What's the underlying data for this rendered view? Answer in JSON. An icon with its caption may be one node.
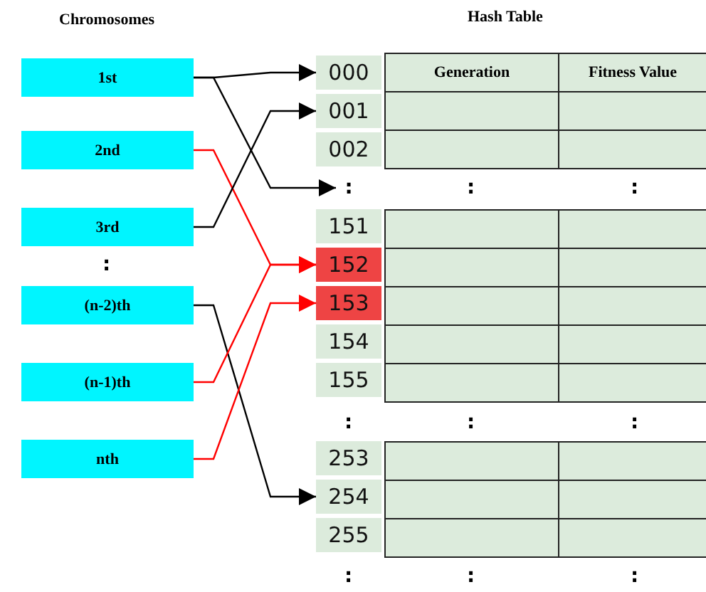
{
  "diagram": {
    "nodes": [
      {
        "text": [
          "1st"
        ]
      },
      {
        "text": [
          "2nd"
        ]
      },
      {
        "text": [
          "3rd"
        ]
      },
      {
        "text": [
          "(n-2)th"
        ]
      },
      {
        "text": [
          "(n-1)th"
        ]
      },
      {
        "text": [
          "nth"
        ]
      },
      {
        "text": [
          "000"
        ]
      },
      {
        "text": [
          "001"
        ]
      },
      {
        "text": [
          "002"
        ]
      },
      {
        "text": [
          ":"
        ]
      },
      {
        "text": [
          "151"
        ]
      },
      {
        "text": [
          "152"
        ]
      },
      {
        "text": [
          "153"
        ]
      },
      {
        "text": [
          "154"
        ]
      },
      {
        "text": [
          "155"
        ]
      },
      {
        "text": [
          "253"
        ]
      },
      {
        "text": [
          "254"
        ]
      },
      {
        "text": [
          "255"
        ]
      }
    ],
    "edges": [
      {
        "from": 0,
        "to": 6,
        "arrow": "to"
      },
      {
        "from": 0,
        "to": 9,
        "arrow": "to"
      },
      {
        "from": 1,
        "to": 11,
        "arrow": "to",
        "color": "#ff0000"
      },
      {
        "from": 2,
        "to": 7,
        "arrow": "to"
      },
      {
        "from": 3,
        "to": 16,
        "arrow": "to"
      },
      {
        "from": 4,
        "to": 11,
        "arrow": "to",
        "color": "#ff0000"
      },
      {
        "from": 5,
        "to": 12,
        "arrow": "to",
        "color": "#ff0000"
      }
    ],
    "labels": [
      "Chromosomes",
      "Hash Table",
      "Generation",
      "Fitness Value",
      ":",
      ":",
      ":",
      ":",
      ":",
      ":",
      ":",
      ":",
      ":"
    ]
  }
}
